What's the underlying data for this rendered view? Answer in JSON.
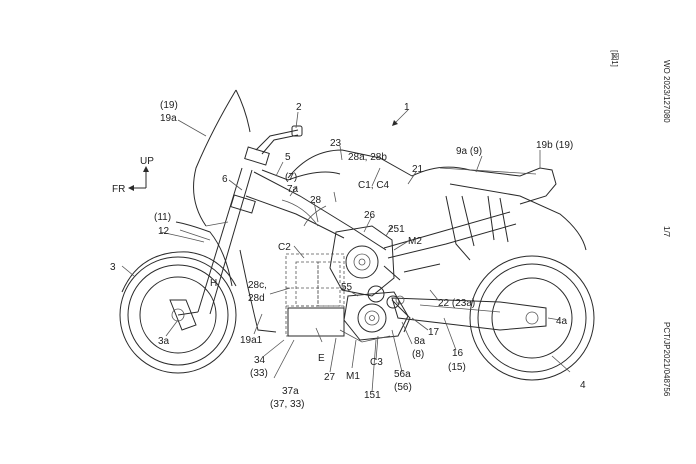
{
  "side_header": {
    "left": "WO 2023/127080",
    "middle": "[図1]",
    "page": "1/7",
    "right": "PCT/JP2021/048756"
  },
  "direction": {
    "up": "UP",
    "front": "FR"
  },
  "labels": {
    "n1": "1",
    "n2": "2",
    "n3": "3",
    "n3a": "3a",
    "n4": "4",
    "n4a": "4a",
    "n5": "5",
    "n6": "6",
    "n7": "(7)",
    "n7a": "7a",
    "n8a": "8a",
    "n8": "(8)",
    "n9a": "9a (9)",
    "n11": "(11)",
    "n12": "12",
    "n16": "16",
    "n15": "(15)",
    "n17": "17",
    "n19": "(19)",
    "n19a": "19a",
    "n19a1": "19a1",
    "n19b": "19b (19)",
    "n21": "21",
    "n22": "22 (23a)",
    "n23": "23",
    "n26": "26",
    "n27": "27",
    "n28": "28",
    "n28ab": "28a, 28b",
    "n28c": "28c,",
    "n28d": "28d",
    "n34": "34",
    "n33": "(33)",
    "n37a": "37a",
    "n37_33": "(37, 33)",
    "n55": "55",
    "n56a": "56a",
    "n56": "(56)",
    "n151": "151",
    "n251": "251",
    "c1c4": "C1, C4",
    "c2": "C2",
    "c3": "C3",
    "m1": "M1",
    "m2": "M2",
    "e": "E",
    "h": "H"
  }
}
